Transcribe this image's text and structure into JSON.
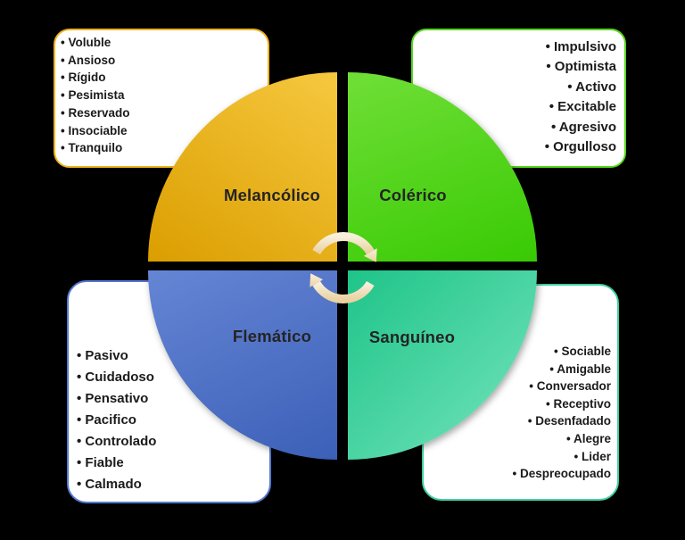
{
  "background_color": "#000000",
  "bullet": "•",
  "center_icon": {
    "name": "cycle-arrows-icon",
    "color_light": "#f8f0dc",
    "color_dark": "#ebd2a2"
  },
  "quadrants": [
    {
      "label": "Melancólico",
      "position": "top-left",
      "color_start": "#f6c83f",
      "color_end": "#db9e00",
      "box_border_color": "#eeb41c",
      "traits": [
        "Voluble",
        "Ansioso",
        "Rígido",
        "Pesimista",
        "Reservado",
        "Insociable",
        "Tranquilo"
      ]
    },
    {
      "label": "Colérico",
      "position": "top-right",
      "color_start": "#70df37",
      "color_end": "#39ca04",
      "box_border_color": "#55d81e",
      "traits": [
        "Impulsivo",
        "Optimista",
        "Activo",
        "Excitable",
        "Agresivo",
        "Orgulloso"
      ]
    },
    {
      "label": "Flemático",
      "position": "bottom-left",
      "color_start": "#6585d4",
      "color_end": "#3c60b8",
      "box_border_color": "#5379cf",
      "traits": [
        "Pasivo",
        "Cuidadoso",
        "Pensativo",
        "Pacifico",
        "Controlado",
        "Fiable",
        "Calmado"
      ]
    },
    {
      "label": "Sanguíneo",
      "position": "bottom-right",
      "color_start": "#1ec489",
      "color_end": "#77e5bd",
      "box_border_color": "#3fd0a0",
      "traits": [
        "Sociable",
        "Amigable",
        "Conversador",
        "Receptivo",
        "Desenfadado",
        "Alegre",
        "Lider",
        "Despreocupado"
      ]
    }
  ]
}
